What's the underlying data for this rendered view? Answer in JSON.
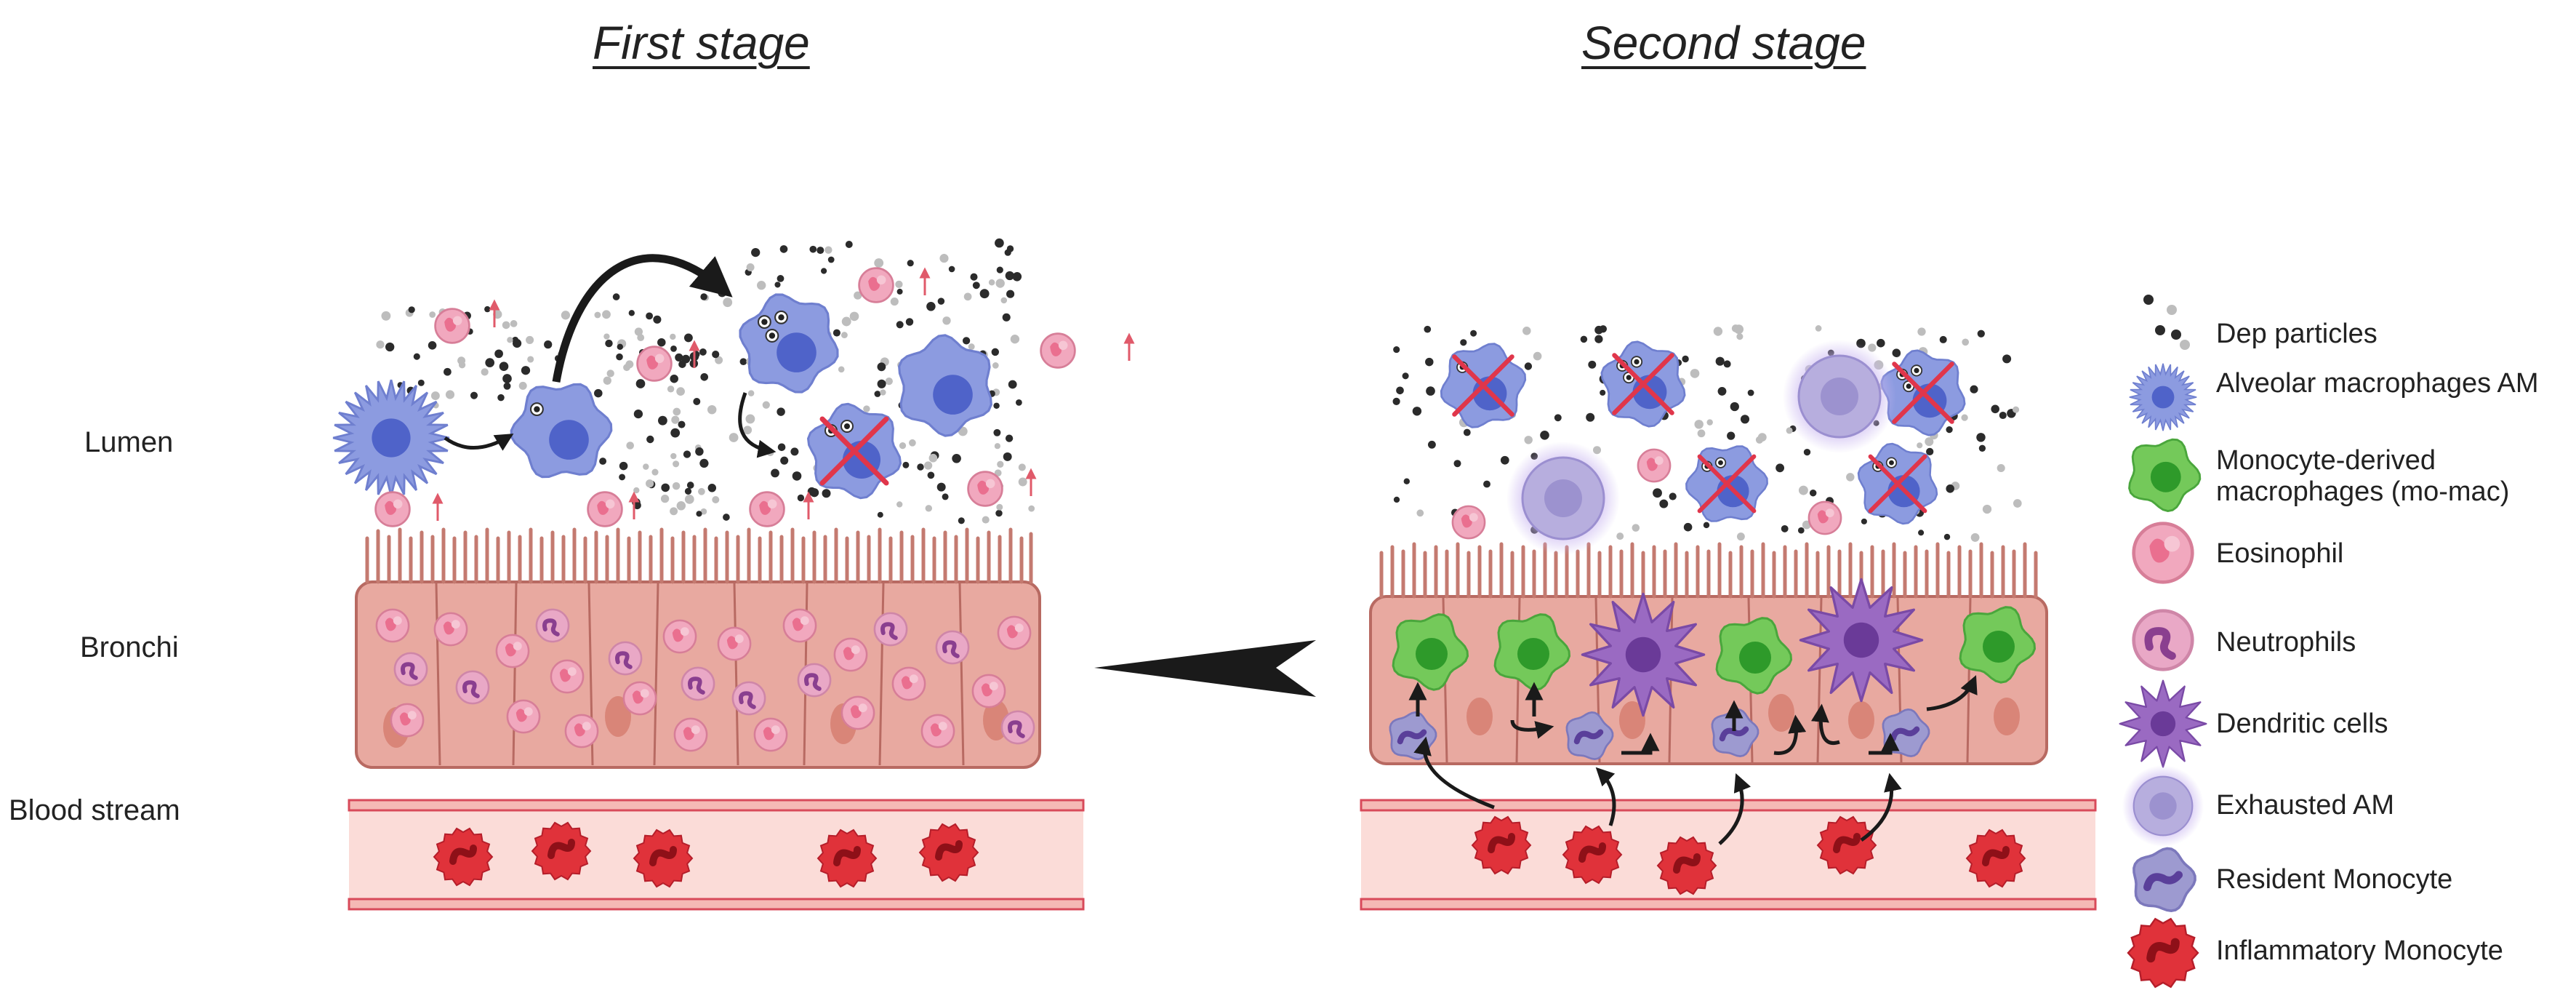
{
  "stages": {
    "first": "First stage",
    "second": "Second stage"
  },
  "regions": {
    "lumen": "Lumen",
    "bronchi": "Bronchi",
    "blood_stream": "Blood stream"
  },
  "legend": [
    {
      "icon": "dep-particles-icon",
      "label": "Dep particles"
    },
    {
      "icon": "alveolar-macrophage-icon",
      "label": "Alveolar macrophages AM"
    },
    {
      "icon": "mo-mac-icon",
      "label": "Monocyte-derived\nmacrophages (mo-mac)"
    },
    {
      "icon": "eosinophil-icon",
      "label": "Eosinophil"
    },
    {
      "icon": "neutrophil-icon",
      "label": "Neutrophils"
    },
    {
      "icon": "dendritic-cell-icon",
      "label": "Dendritic cells"
    },
    {
      "icon": "exhausted-am-icon",
      "label": "Exhausted AM"
    },
    {
      "icon": "resident-monocyte-icon",
      "label": "Resident Monocyte"
    },
    {
      "icon": "inflammatory-monocyte-icon",
      "label": "Inflammatory Monocyte"
    }
  ],
  "colors": {
    "epithelium": "#e8a9a0",
    "epithelium_stroke": "#b86a62",
    "vessel": "#fbdcd8",
    "vessel_stroke": "#d84a5a",
    "am": "#8c9be0",
    "am_nucleus": "#4f63c9",
    "mo_mac": "#74c95a",
    "mo_mac_nucleus": "#2e9a2a",
    "eosinophil": "#f1a8be",
    "neutrophil": "#e9a8c6",
    "dendritic": "#9a6ac2",
    "exhausted": "#b7aede",
    "resident_monocyte": "#9d9ad0",
    "inflammatory_monocyte": "#e0323a",
    "cross": "#e0364b",
    "arrow": "#1a1a1a"
  }
}
